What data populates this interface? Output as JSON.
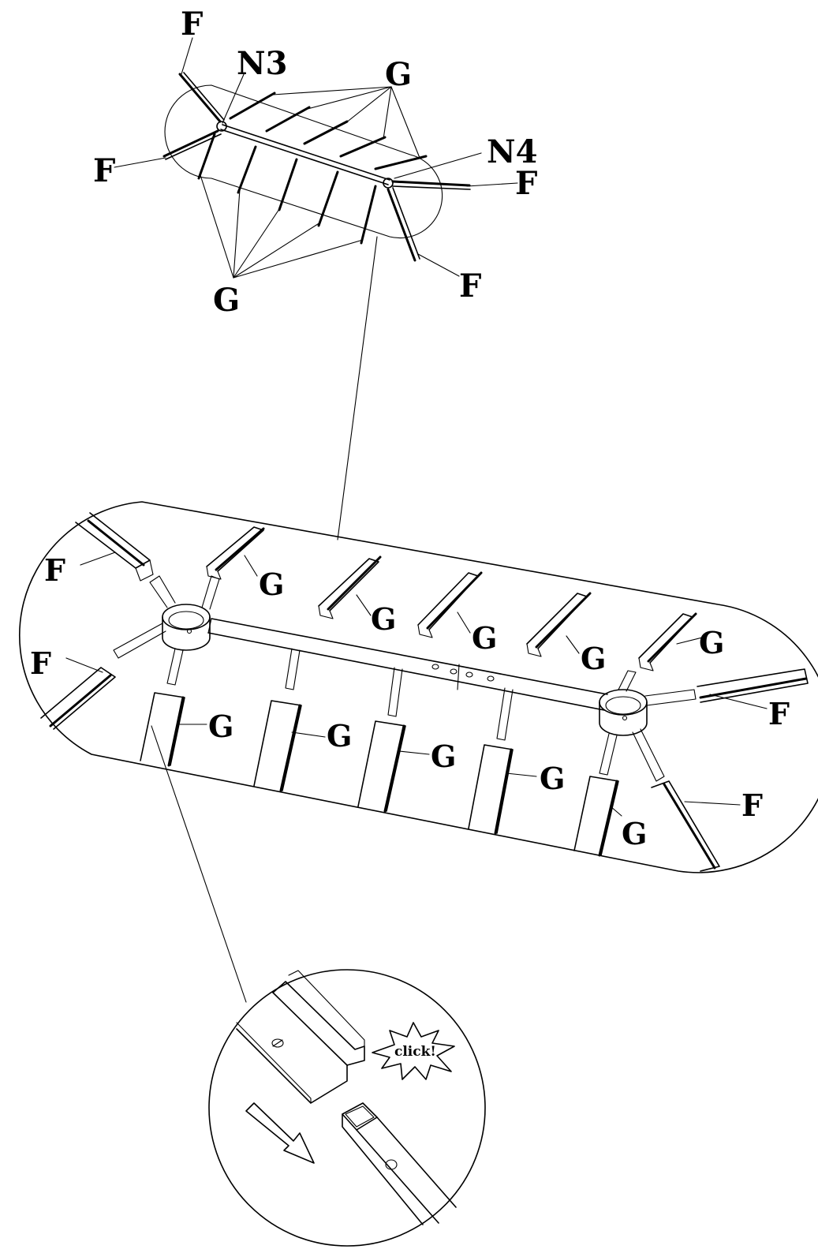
{
  "labels": {
    "F": "F",
    "G": "G",
    "N3": "N3",
    "N4": "N4",
    "click": "click!"
  }
}
